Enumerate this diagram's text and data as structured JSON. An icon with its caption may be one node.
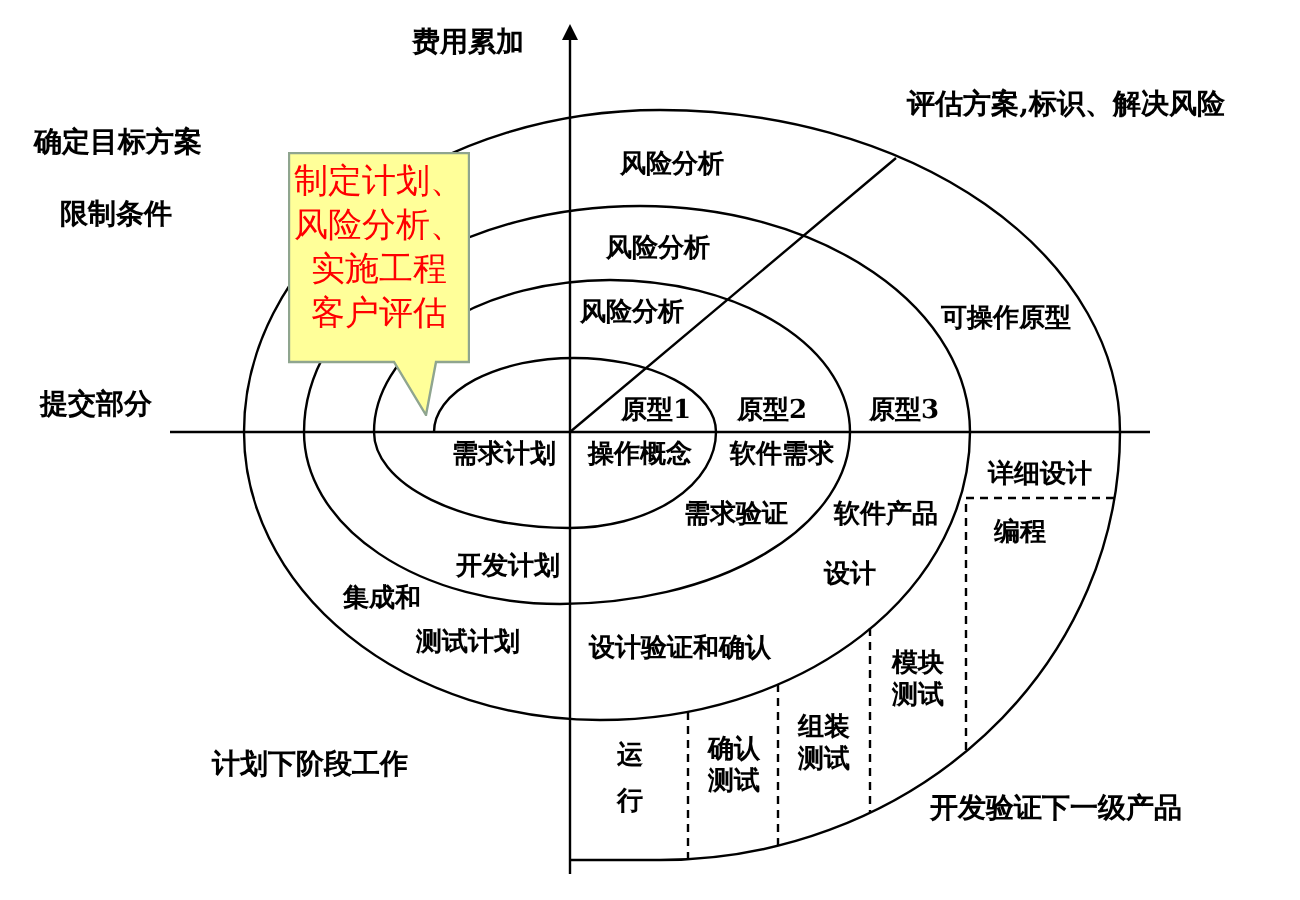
{
  "diagram": {
    "nodes": [
      {
        "text": [
          "制定计划、风险分析、",
          "实施工程客户评估"
        ]
      }
    ],
    "labels": [
      "费用累加",
      "评估方案,标识、解决风险",
      "确定目标方案",
      "风险分析",
      "限制条件",
      "风险分析",
      "风险分析",
      "可操作原型",
      "提交部分",
      "原型1",
      "原型2",
      "原型3",
      "需求计划",
      "操作概念",
      "软件需求",
      "详细设计",
      "需求验证",
      "软件产品",
      "编程",
      "开发计划",
      "设计",
      "集成和",
      "测试计划",
      "设计验证和确认",
      "模块测试",
      "计划下阶段工作",
      "运行",
      "确认测试",
      "组装测试",
      "开发验证下一级产品"
    ]
  }
}
